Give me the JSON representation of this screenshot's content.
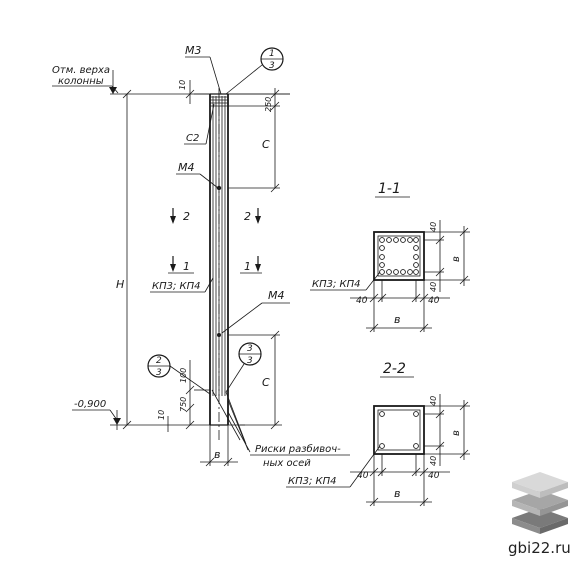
{
  "labels": {
    "mark_top": "Отм. верха",
    "mark_top2": "колонны",
    "m3": "М3",
    "c2": "С2",
    "m4_upper": "М4",
    "m4_lower": "М4",
    "kp_main": "КП3; КП4",
    "level_bottom": "-0,900",
    "risks1": "Риски разбивоч-",
    "risks2": "ных осей",
    "section_1": "1-1",
    "section_2": "2-2",
    "kp_sec1": "КП3; КП4",
    "kp_sec2": "КП3; КП4"
  },
  "dimensions": {
    "d10_top": "10",
    "d250": "250",
    "c_upper": "С",
    "h": "Н",
    "c_lower": "С",
    "d100": "100",
    "d750": "750",
    "d10_bottom": "10",
    "b_column": "в",
    "s1_40a": "40",
    "s1_b_side": "в",
    "s1_40b": "40",
    "s1_40c": "40",
    "s1_40d": "40",
    "s1_b_bottom": "в",
    "s2_40a": "40",
    "s2_b_side": "в",
    "s2_40b": "40",
    "s2_40c": "40",
    "s2_40d": "40",
    "s2_b_bottom": "в"
  },
  "callouts": {
    "c1": {
      "num": "1",
      "den": "3"
    },
    "c2": {
      "num": "2",
      "den": "3"
    },
    "c3": {
      "num": "3",
      "den": "3"
    }
  },
  "section_marks": {
    "left_2": "2",
    "right_2": "2",
    "left_1": "1",
    "right_1": "1"
  },
  "watermark": "gbi22.ru",
  "colors": {
    "line": "#1a1a1a",
    "logo_light": "#d9d9d9",
    "logo_mid": "#a6a6a6",
    "logo_dark": "#7a7a7a"
  }
}
